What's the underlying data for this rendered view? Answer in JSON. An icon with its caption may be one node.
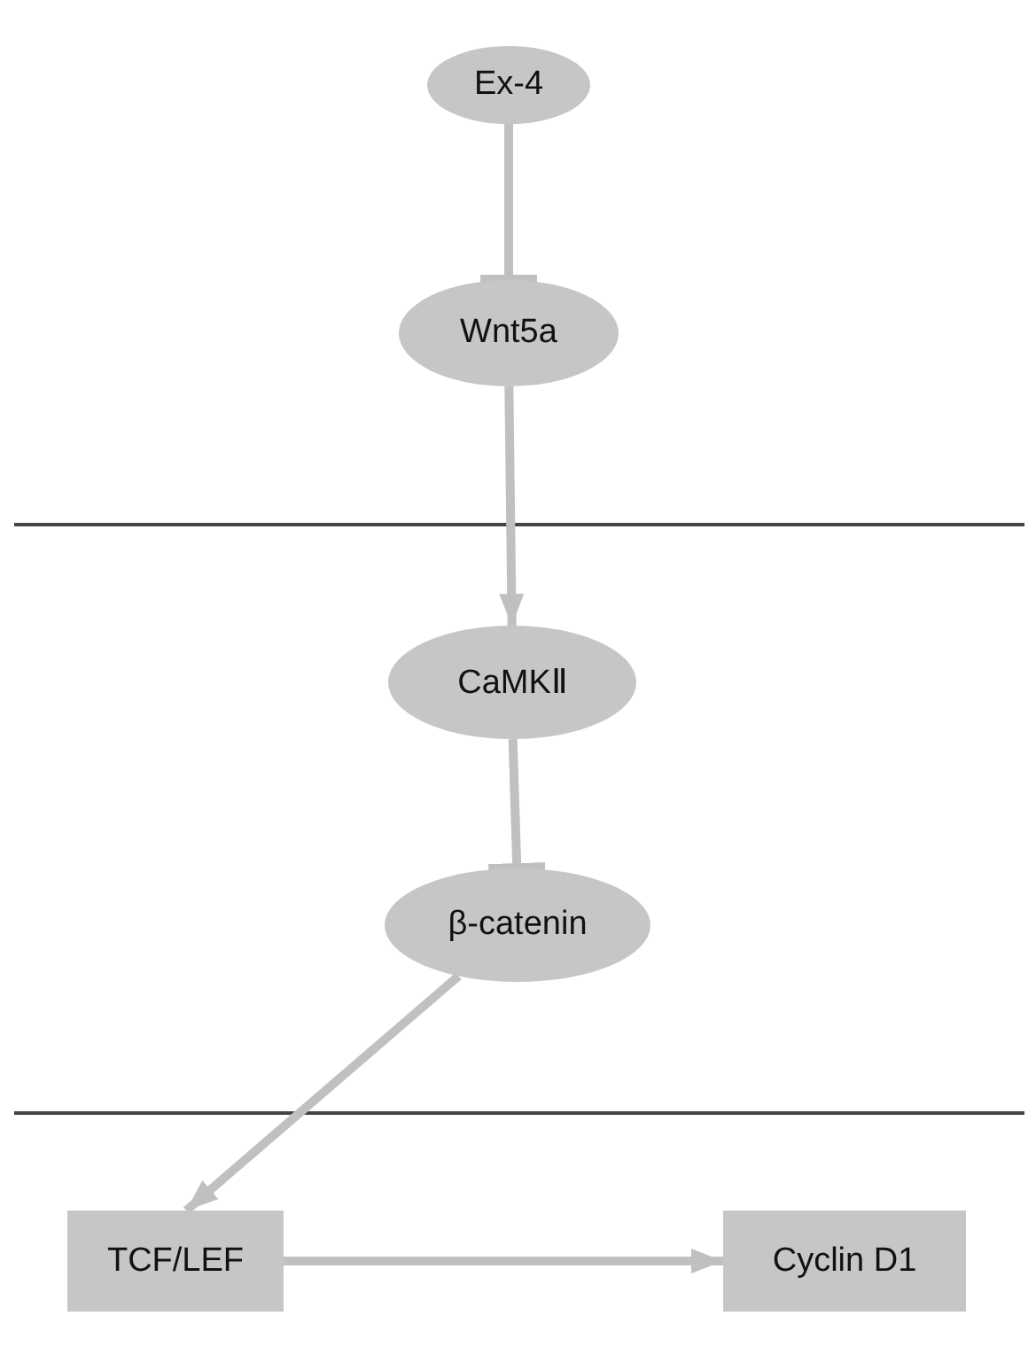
{
  "diagram": {
    "nodes": [
      {
        "text": [
          "Ex-4"
        ]
      },
      {
        "text": [
          "Wnt5a"
        ]
      },
      {
        "text": [
          "CaMKⅡ"
        ]
      },
      {
        "text": [
          "β-catenin"
        ]
      },
      {
        "text": [
          "TCF/LEF"
        ]
      },
      {
        "text": [
          "Cyclin D1"
        ]
      }
    ],
    "edges": [
      {
        "from": 0,
        "to": 1,
        "arrow": "other"
      },
      {
        "from": 1,
        "to": 2,
        "arrow": "to"
      },
      {
        "from": 2,
        "to": 3,
        "arrow": "other"
      },
      {
        "from": 3,
        "to": 4,
        "arrow": "to"
      },
      {
        "from": 4,
        "to": 5,
        "arrow": "to"
      }
    ]
  }
}
